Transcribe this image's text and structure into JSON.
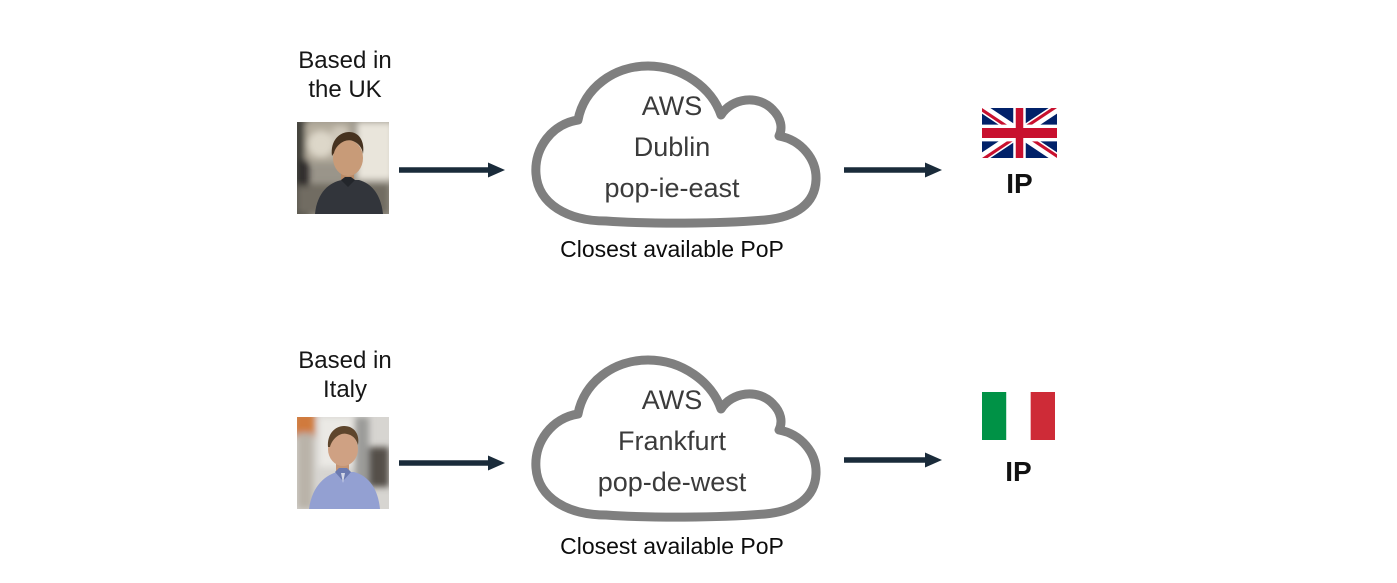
{
  "colors": {
    "arrow": "#1A2B3A",
    "cloud_outline": "#7F7F7F",
    "cloud_text": "#3B3B3B",
    "uk_navy": "#012169",
    "uk_red": "#C8102E",
    "italy_green": "#009246",
    "italy_red": "#CE2B37"
  },
  "icons": {
    "arrow": "right-arrow",
    "cloud": "aws-pop-cloud-shape",
    "uk_flag": "union-jack-flag",
    "italy_flag": "italy-tricolor-flag"
  },
  "flows": [
    {
      "user_location_line1": "Based in",
      "user_location_line2": "the UK",
      "person_photo": "man in dark polo shirt",
      "cloud": {
        "line1": "AWS",
        "line2": "Dublin",
        "line3": "pop-ie-east"
      },
      "caption": "Closest available PoP",
      "result_flag": "United Kingdom flag",
      "result_label": "IP"
    },
    {
      "user_location_line1": "Based in",
      "user_location_line2": "Italy",
      "person_photo": "man in light blue shirt",
      "cloud": {
        "line1": "AWS",
        "line2": "Frankfurt",
        "line3": "pop-de-west"
      },
      "caption": "Closest available PoP",
      "result_flag": "Italy flag",
      "result_label": "IP"
    }
  ]
}
